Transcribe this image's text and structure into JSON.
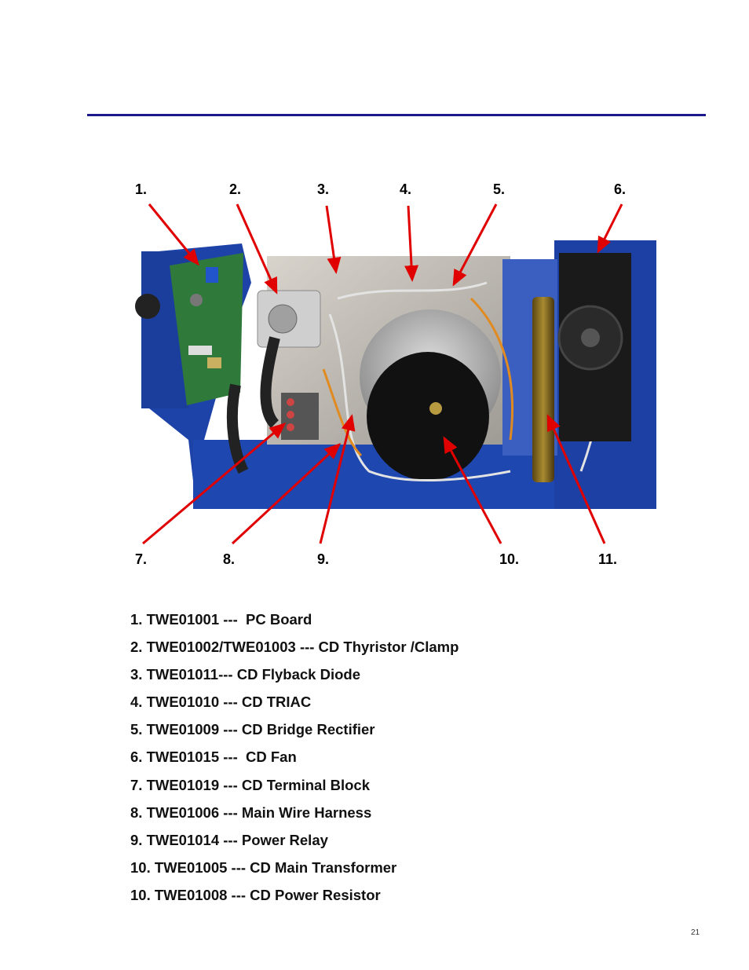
{
  "page": {
    "accent_color": "#1a1a8c",
    "page_number": "21"
  },
  "callouts_top": [
    "1.",
    "2.",
    "3.",
    "4.",
    "5.",
    "6."
  ],
  "callouts_bottom": [
    "7.",
    "8.",
    "9.",
    "10.",
    "11."
  ],
  "parts_list": [
    "1. TWE01001 ---  PC Board",
    "2. TWE01002/TWE01003 --- CD Thyristor /Clamp",
    "3. TWE01011--- CD Flyback Diode",
    "4. TWE01010 --- CD TRIAC",
    "5. TWE01009 --- CD Bridge Rectifier",
    "6. TWE01015 ---  CD Fan",
    "7. TWE01019 --- CD Terminal Block",
    "8. TWE01006 --- Main Wire Harness",
    "9. TWE01014 --- Power Relay",
    "10. TWE01005 --- CD Main Transformer",
    "10. TWE01008 --- CD Power Resistor"
  ]
}
